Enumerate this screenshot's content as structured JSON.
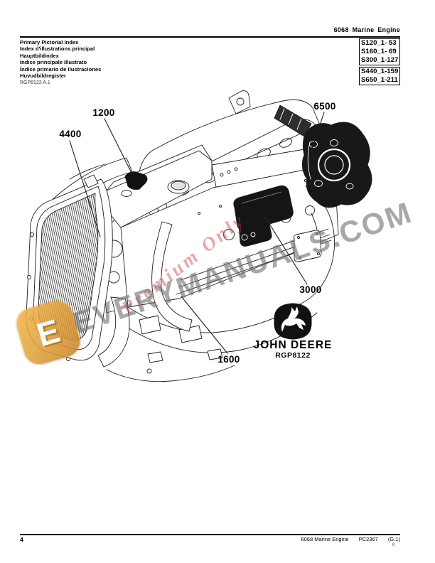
{
  "header": {
    "product": "6068 Marine Engine",
    "index_titles": [
      "Primary Pictorial Index",
      "Index d'illustrations principal",
      "Hauptbildindex",
      "Indice principale illustrato",
      "Índice primario de ilustraciones",
      "Huvudbildregister"
    ],
    "figure_ref": "RGP8122 A.1",
    "section_codes": {
      "group1": [
        "S120_1- 53",
        "S160_1- 69",
        "S300_1-127"
      ],
      "group2": [
        "S440_1-159",
        "S650_1-211"
      ]
    }
  },
  "diagram": {
    "callouts": [
      {
        "label": "1200"
      },
      {
        "label": "4400"
      },
      {
        "label": "6500"
      },
      {
        "label": "3000"
      },
      {
        "label": "1600"
      }
    ],
    "logo": {
      "brand": "JOHN DEERE",
      "figure": "RGP8122"
    }
  },
  "watermark": {
    "site": "EVERYMANUALS.COM",
    "overlay": "Premium Only",
    "logo_letter": "E",
    "colors": {
      "gray": "#6e6e6e",
      "red": "#cd3c3c",
      "orange": "#e2a33c"
    }
  },
  "footer": {
    "page_number": "4",
    "model": "6068 Marine Engine",
    "catalog": "PC2367",
    "section": "(G.1)",
    "mark": "0"
  }
}
